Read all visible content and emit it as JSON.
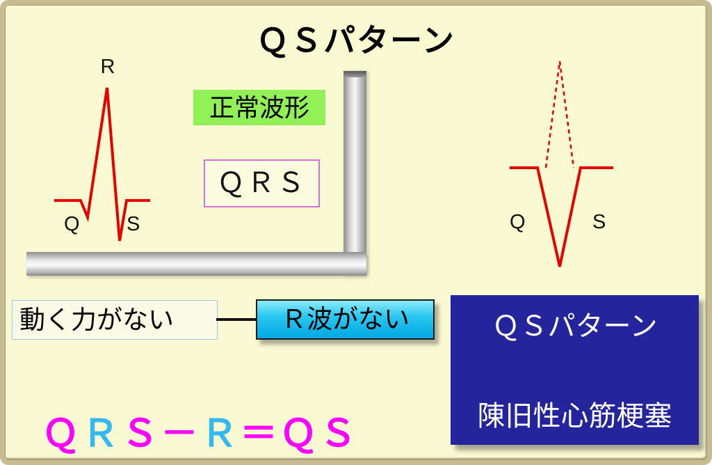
{
  "title": "ＱＳパターン",
  "colors": {
    "background": "#FAFAD2",
    "waveform_red": "#E60000",
    "normal_tag_green": "#90F055",
    "qrs_border_magenta": "#D86FD8",
    "cyan_box_blue": "#00B0F0",
    "navy_box_blue": "#24249C",
    "formula_magenta": "#FF00FF",
    "formula_cyan": "#33B8F0"
  },
  "normal_ecg": {
    "r_label": "R",
    "q_label": "Q",
    "s_label": "S",
    "tag_label": "正常波形",
    "qrs_label": "ＱＲＳ"
  },
  "qs_ecg": {
    "q_label": "Q",
    "s_label": "S"
  },
  "explanation": {
    "cause": "動く力がない",
    "effect": "Ｒ波がない"
  },
  "qs_pattern_box": {
    "line1": "ＱＳパターン",
    "line2": "陳旧性心筋梗塞"
  },
  "formula": {
    "parts": [
      {
        "text": "Ｑ",
        "color": "#FF00FF"
      },
      {
        "text": "Ｒ",
        "color": "#33B8F0"
      },
      {
        "text": "Ｓ",
        "color": "#FF00FF"
      },
      {
        "text": "－",
        "color": "#FF00FF"
      },
      {
        "text": "Ｒ",
        "color": "#33B8F0"
      },
      {
        "text": "＝",
        "color": "#FF00FF"
      },
      {
        "text": "Ｑ",
        "color": "#FF00FF"
      },
      {
        "text": "Ｓ",
        "color": "#FF00FF"
      }
    ]
  }
}
